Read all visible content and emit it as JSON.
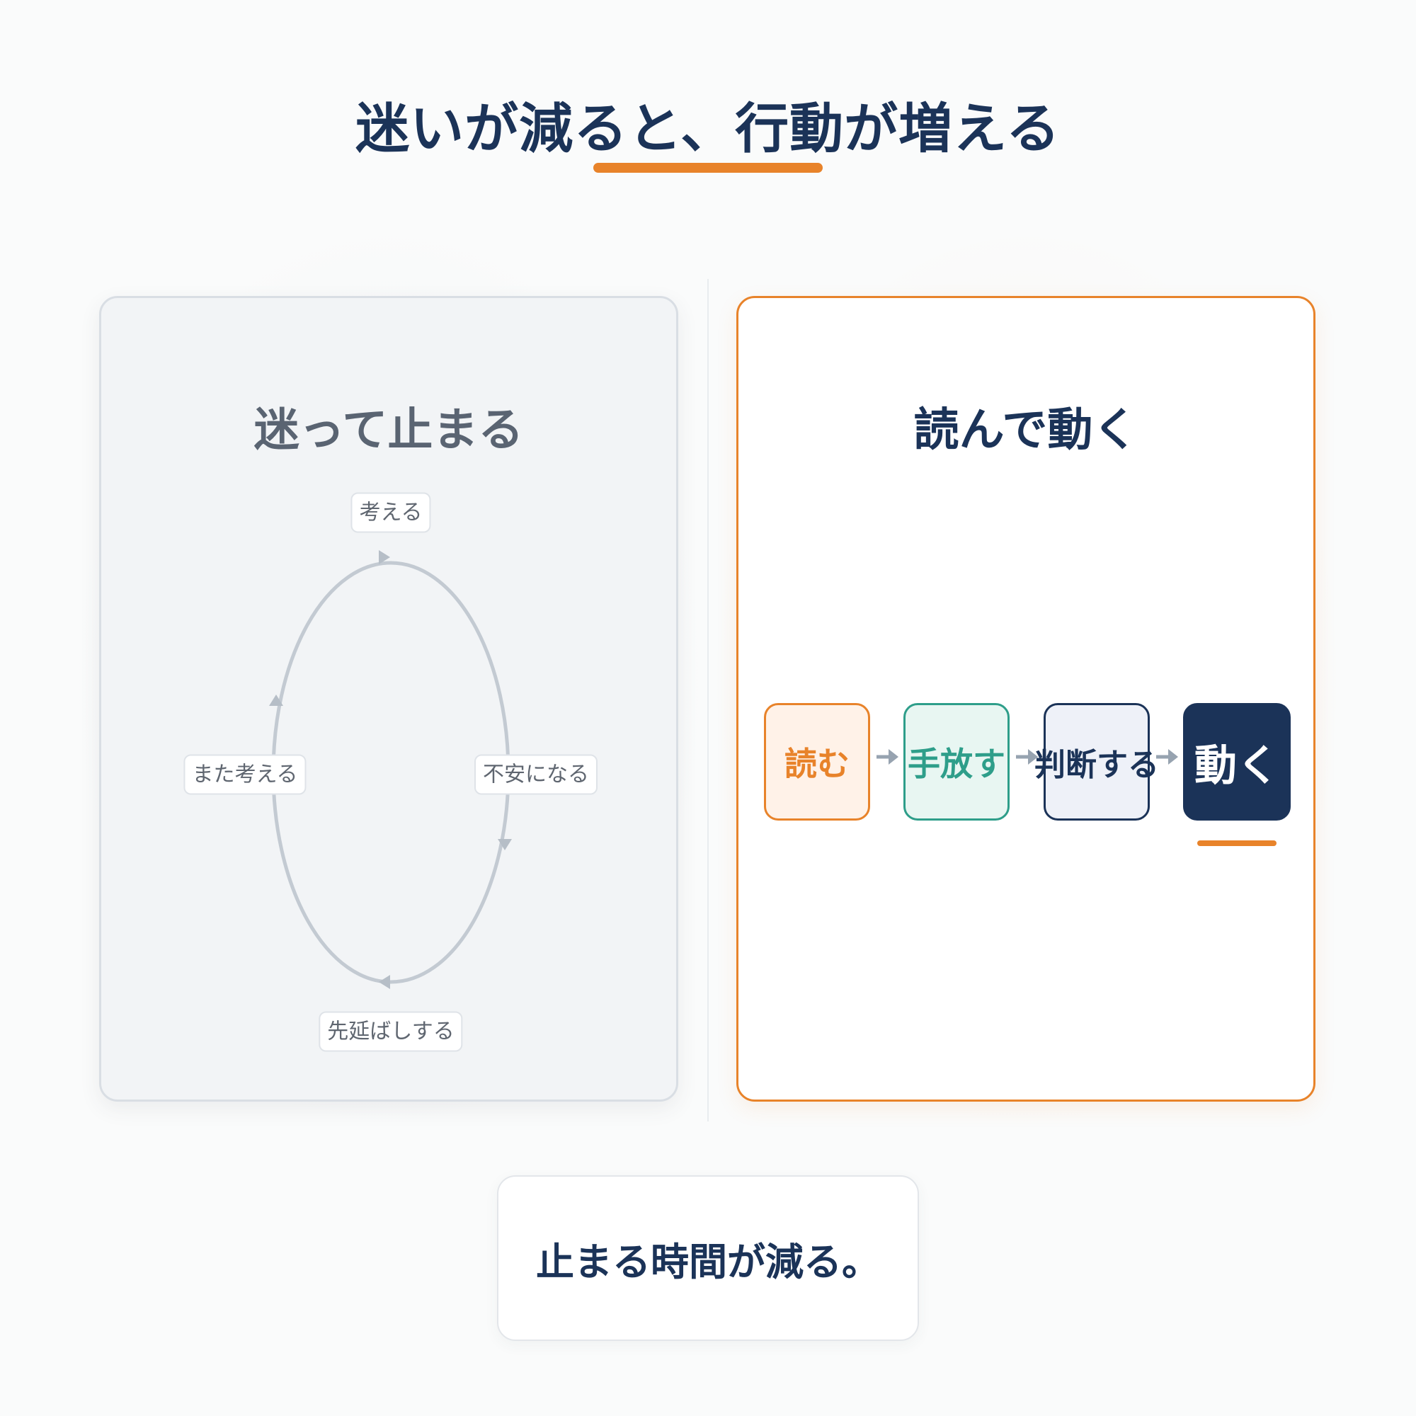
{
  "title": "迷いが減ると、行動が増える",
  "colors": {
    "navy": "#1b3358",
    "orange": "#e8832a",
    "teal": "#2e9e8a",
    "gray": "#5a6472"
  },
  "left_panel": {
    "title": "迷って止まる",
    "cycle_labels": [
      "考える",
      "不安になる",
      "先延ばしする",
      "また考える"
    ]
  },
  "right_panel": {
    "title": "読んで動く",
    "steps": [
      "読む",
      "手放す",
      "判断する",
      "動く"
    ]
  },
  "summary": "止まる時間が減る。"
}
